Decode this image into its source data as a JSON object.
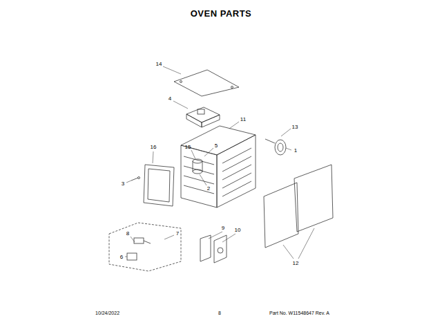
{
  "diagram": {
    "title": "OVEN PARTS",
    "labels": [
      "14",
      "4",
      "11",
      "13",
      "1",
      "15",
      "5",
      "16",
      "3",
      "2",
      "7",
      "8",
      "6",
      "9",
      "10",
      "12",
      "10/24/2022",
      "8",
      "Part No. W11548647 Rev. A"
    ]
  }
}
